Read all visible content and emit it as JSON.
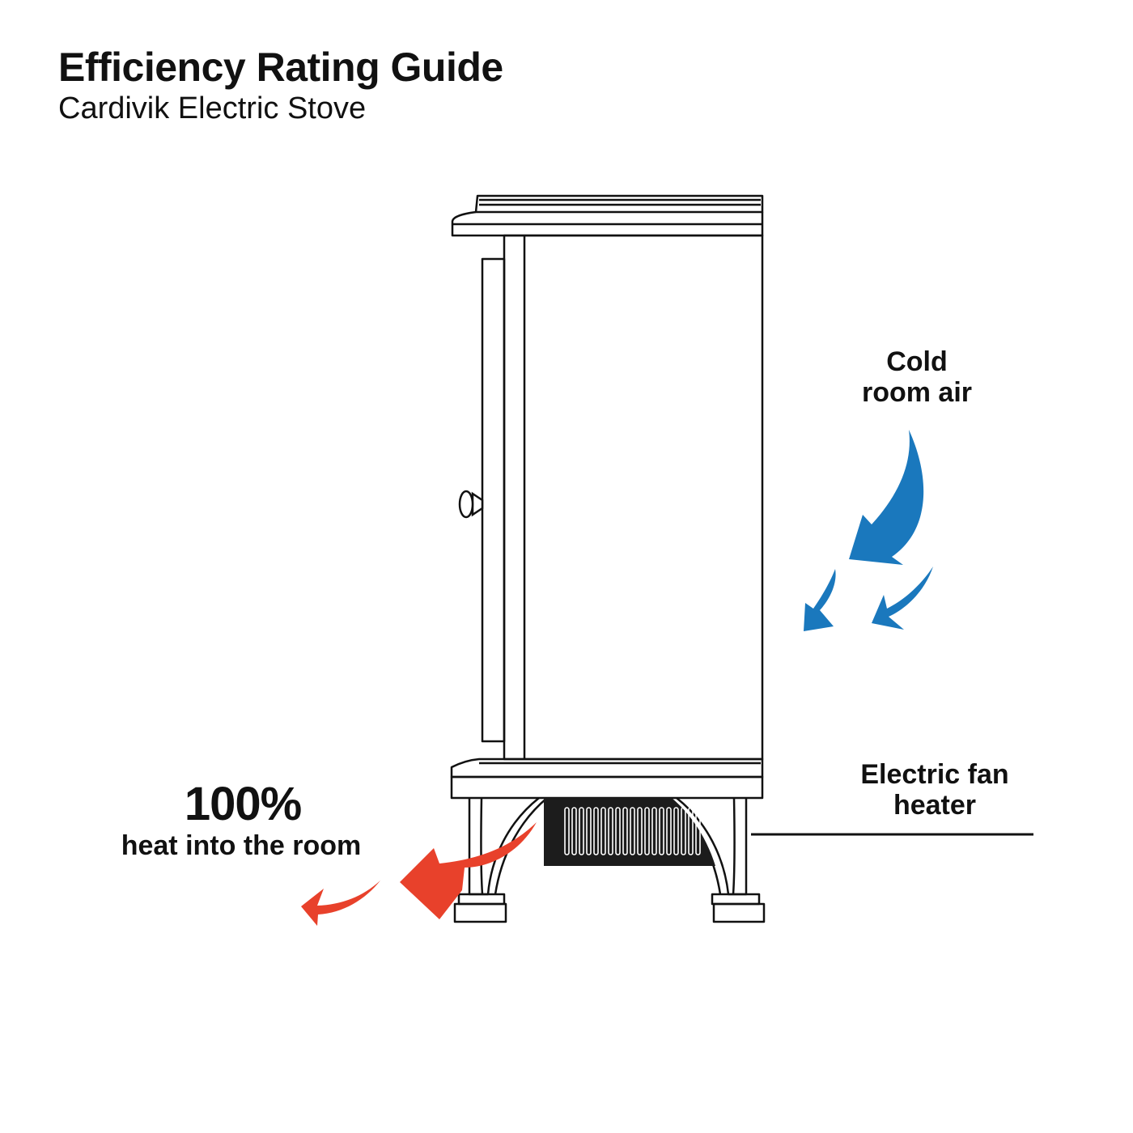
{
  "title": "Efficiency Rating Guide",
  "subtitle": "Cardivik Electric Stove",
  "labels": {
    "cold_air_line1": "Cold",
    "cold_air_line2": "room air",
    "fan_line1": "Electric fan",
    "fan_line2": "heater",
    "percent": "100%",
    "percent_caption": "heat into the room"
  },
  "colors": {
    "cold_air": "#1a78bd",
    "heat": "#e8412b",
    "outline": "#111111",
    "heater_panel": "#1c1c1c"
  },
  "icons": {
    "stove": "electric-stove-outline",
    "cold_arrows": "curved-arrow-down-left",
    "heat_arrows": "curved-arrow-left"
  }
}
